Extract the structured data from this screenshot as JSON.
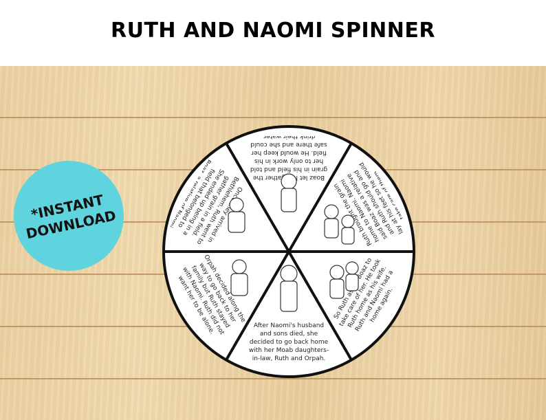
{
  "page": {
    "title": "RUTH AND NAOMI SPINNER"
  },
  "badge": {
    "line1": "*INSTANT",
    "line2": "DOWNLOAD",
    "color": "#5fd4df"
  },
  "spinner": {
    "segments": [
      {
        "text": "Boaz let her gather the grain in his field and told her to only work in his field. He would keep her safe there and she could drink their water."
      },
      {
        "text": "Ruth brought the grain home to Naomi. Naomi said Boaz was a relative and Ruth should go and lay at his feet so he would take care of them."
      },
      {
        "text": "So Ruth asked Boaz to take care of her. He took Ruth home as his wife. Ruth and Naomi had a home again."
      },
      {
        "text": "After Naomi's husband and sons died, she decided to go back home with her Moab daughters-in-law, Ruth and Orpah."
      },
      {
        "text": "Orpah decided along the way to go back to her family but Ruth stayed with Naomi. Ruth did not want her to be alone."
      },
      {
        "text": "Once they arrived in Bethlehem, Ruth went to gather grain in a field. She ended up being in a field that belonged to Boaz, a relative of Naomi."
      }
    ]
  }
}
